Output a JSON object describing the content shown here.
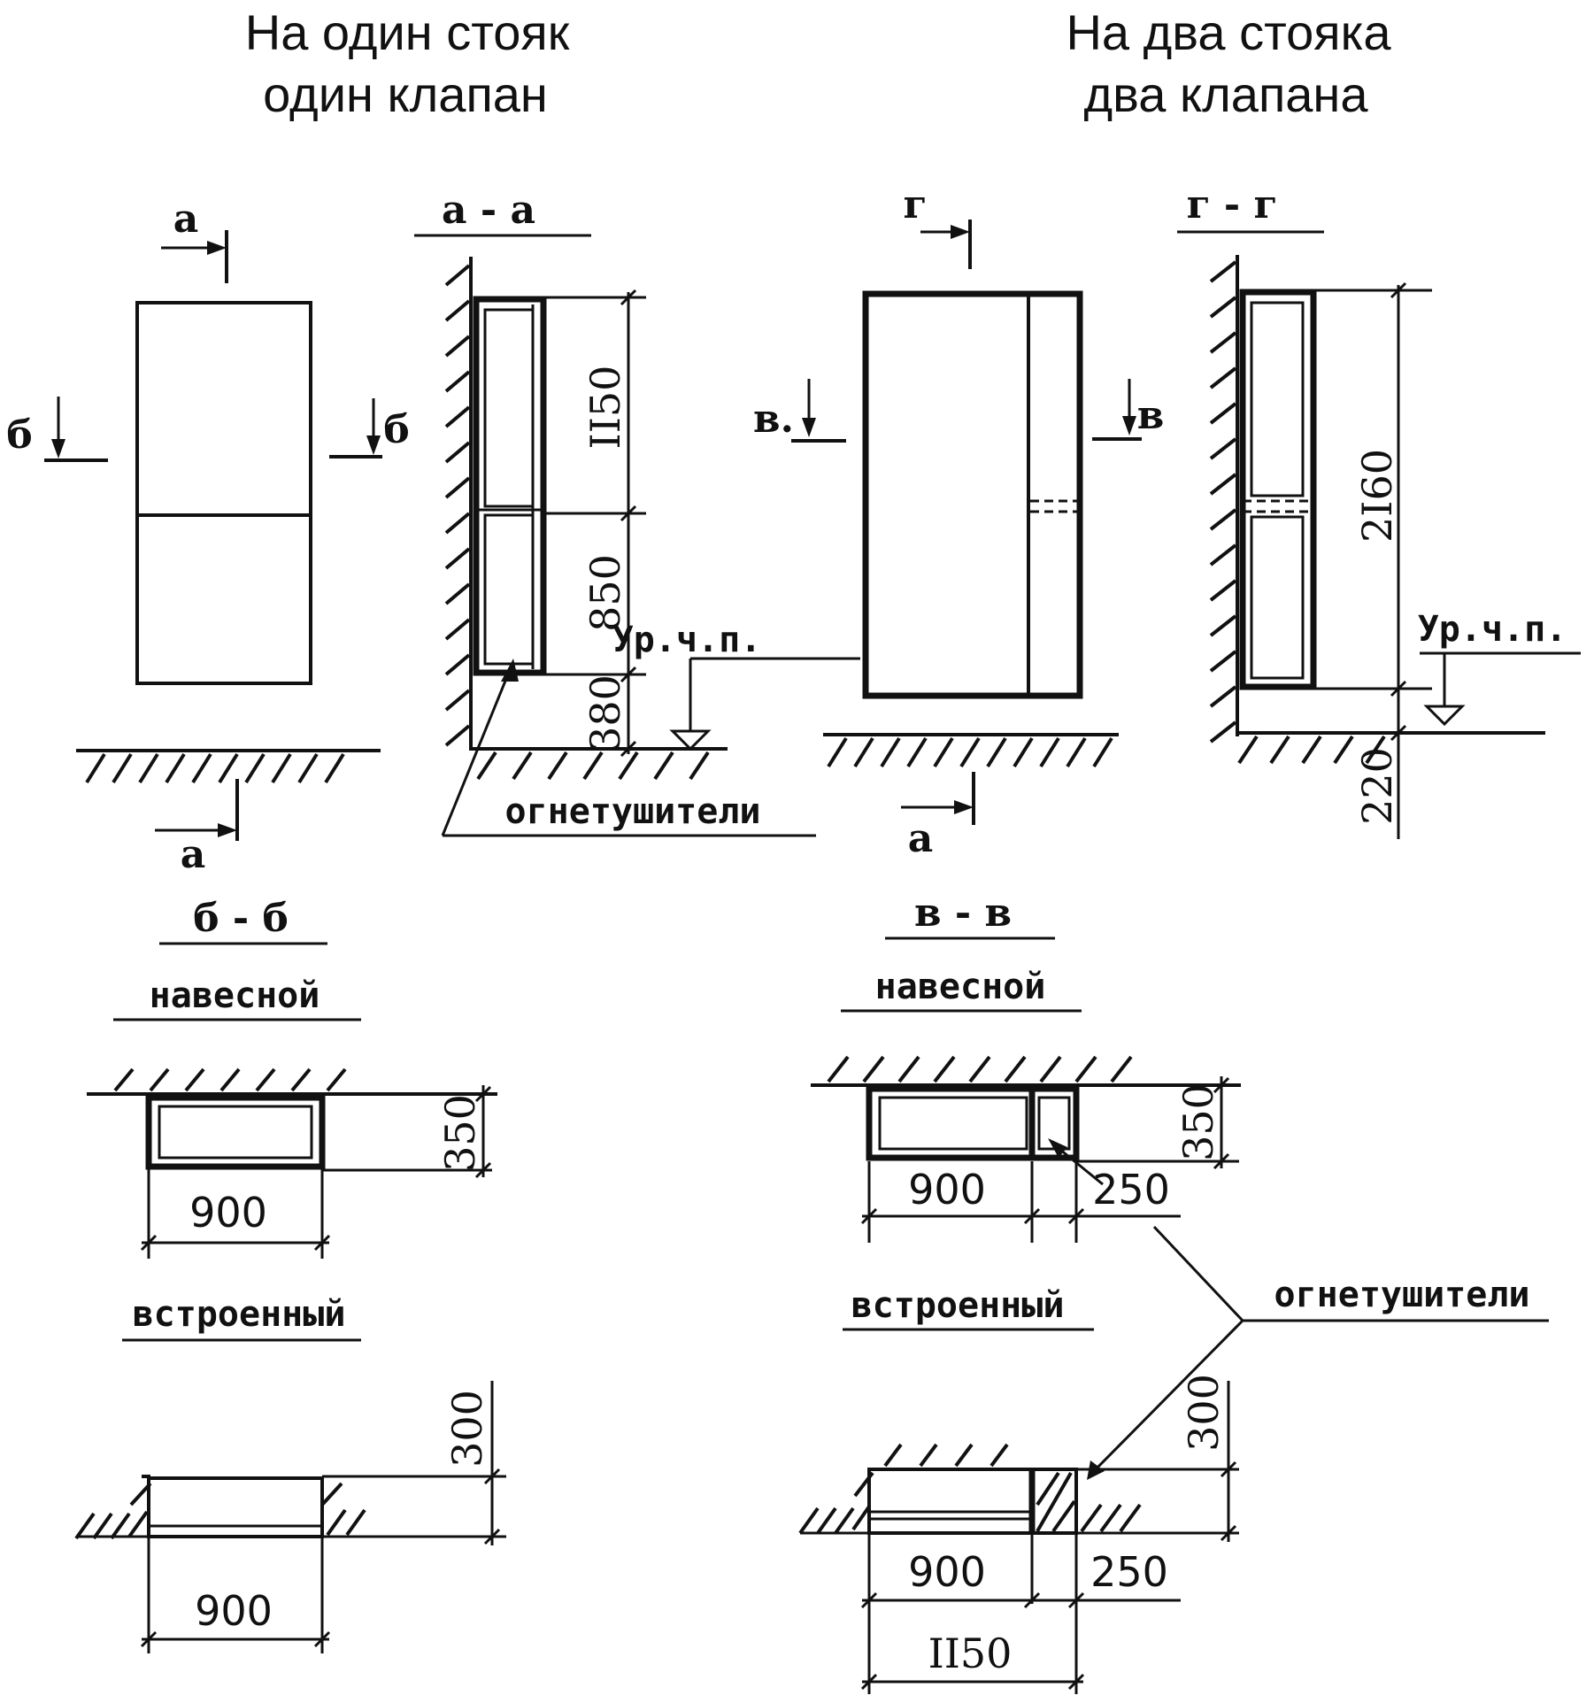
{
  "titles": {
    "left_line1": "На один стояк",
    "left_line2": "один клапан",
    "right_line1": "На два стояка",
    "right_line2": "два клапана"
  },
  "cut_marks": {
    "a": "а",
    "b": "б",
    "v": "в",
    "g": "г",
    "v_dot": "в."
  },
  "section_titles": {
    "a_a": "а - а",
    "g_g": "г - г",
    "b_b": "б - б",
    "v_v": "в - в"
  },
  "labels": {
    "floor_level": "Ур.ч.п.",
    "extinguishers": "огнетушители",
    "wall_mounted": "навесной",
    "built_in": "встроенный"
  },
  "dimensions": {
    "d1150_vertical": "II50",
    "d850": "850",
    "d380": "380",
    "d2160": "2I60",
    "d220": "220",
    "d350": "350",
    "d300": "300",
    "d900": "900",
    "d250": "250",
    "d1150_horizontal": "II50"
  }
}
